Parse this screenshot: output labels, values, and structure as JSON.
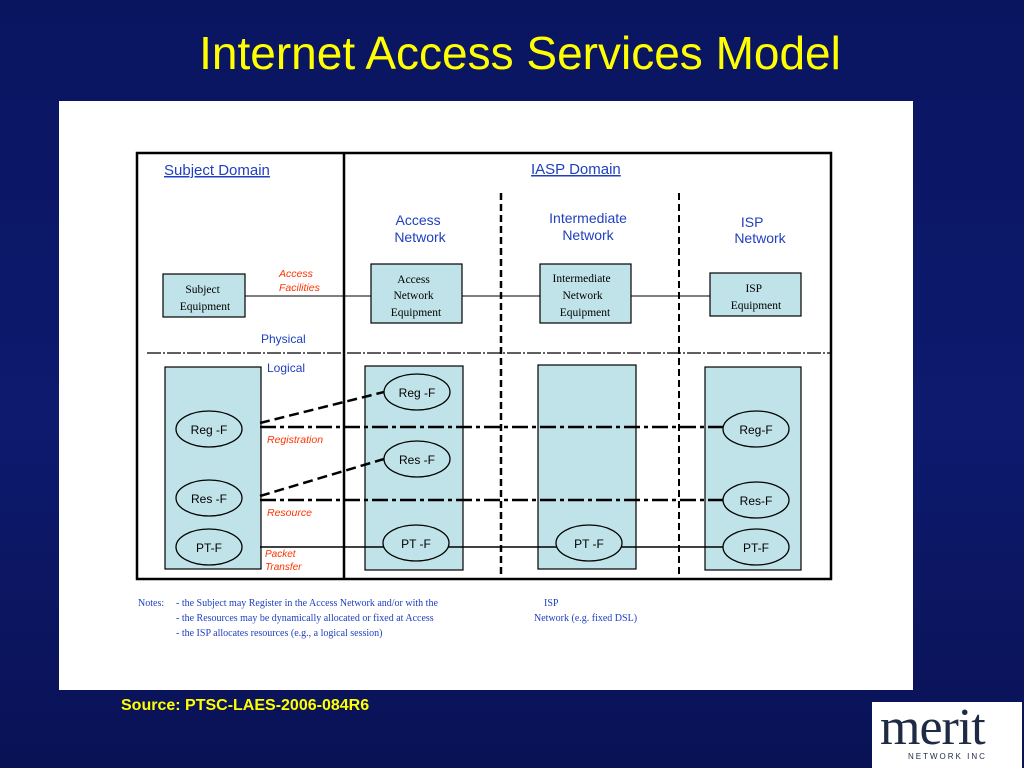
{
  "slide": {
    "title": "Internet Access Services Model",
    "source": "Source: PTSC-LAES-2006-084R6",
    "logo_word": "merit",
    "logo_sub": "NETWORK INC"
  },
  "colors": {
    "background": "#0d1a6e",
    "title": "#ffff00",
    "domain_text": "#1f3fbf",
    "annotation_text": "#ff3300",
    "box_fill": "#bfe3e8"
  },
  "diagram": {
    "subject_domain": "Subject Domain",
    "iasp_domain": "IASP Domain",
    "access_network": [
      "Access",
      "Network"
    ],
    "intermediate_network": [
      "Intermediate",
      "Network"
    ],
    "isp_network": [
      "ISP",
      "Network"
    ],
    "subject_equipment": [
      "Subject",
      "Equipment"
    ],
    "access_network_equipment": [
      "Access",
      "Network",
      "Equipment"
    ],
    "intermediate_network_equipment": [
      "Intermediate",
      "Network",
      "Equipment"
    ],
    "isp_equipment": [
      "ISP",
      "Equipment"
    ],
    "access_facilities": [
      "Access",
      "Facilities"
    ],
    "physical": "Physical",
    "logical": "Logical",
    "registration": "Registration",
    "resource": "Resource",
    "packet_transfer": [
      "Packet",
      "Transfer"
    ],
    "reg_f_subject": "Reg -F",
    "res_f_subject": "Res -F",
    "pt_f_subject": "PT-F",
    "reg_f_access": "Reg -F",
    "res_f_access": "Res -F",
    "pt_f_access": "PT -F",
    "pt_f_intermediate": "PT -F",
    "reg_f_isp": "Reg-F",
    "res_f_isp": "Res-F",
    "pt_f_isp": "PT-F",
    "notes_label": "Notes:",
    "notes": [
      "- the Subject may Register in the Access Network and/or with the",
      "- the Resources may be dynamically allocated or fixed at Access",
      "- the ISP allocates resources (e.g., a logical session)"
    ],
    "notes_right": [
      "ISP",
      "Network  (e.g. fixed DSL)"
    ]
  }
}
